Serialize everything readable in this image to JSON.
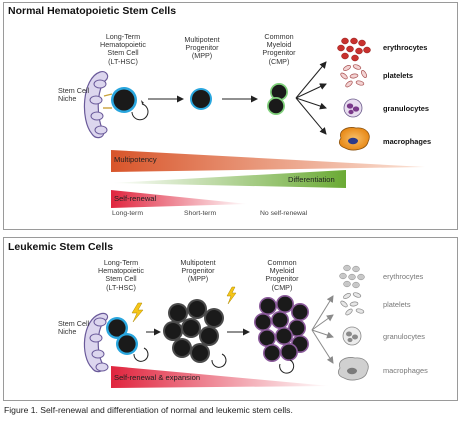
{
  "normal": {
    "title": "Normal Hematopoietic Stem Cells",
    "niche_label": "Stem Cell\nNiche",
    "lt_hsc": "Long-Term\nHematopoietic\nStem Cell\n(LT-HSC)",
    "mpp": "Multipotent\nProgenitor\n(MPP)",
    "cmp": "Common\nMyeloid\nProgenitor\n(CMP)",
    "outputs": [
      "erythrocytes",
      "platelets",
      "granulocytes",
      "macrophages"
    ],
    "bars": {
      "multipotency": "Multipotency",
      "differentiation": "Differentiation",
      "self_renewal": "Self-renewal"
    },
    "terms": [
      "Long-term",
      "Short-term",
      "No self-renewal"
    ]
  },
  "leukemic": {
    "title": "Leukemic Stem Cells",
    "niche_label": "Stem Cell\nNiche",
    "lt_hsc": "Long-Term\nHematopoietic\nStem Cell\n(LT-HSC)",
    "mpp": "Multipotent\nProgenitor\n(MPP)",
    "cmp": "Common\nMyeloid\nProgenitor\n(CMP)",
    "outputs": [
      "erythrocytes",
      "platelets",
      "granulocytes",
      "macrophages"
    ],
    "bar": "Self-renewal & expansion"
  },
  "caption": "Figure 1. Self-renewal and differentiation of normal and leukemic stem cells.",
  "colors": {
    "cell_core": "#1a1a1a",
    "lt_hsc_ring": "#29a6de",
    "cmp_ring": "#7fd07a",
    "niche_fill": "#dcd6ee",
    "niche_stroke": "#6a5a9a",
    "erythrocyte": "#c8312e",
    "multipotency": "#d85a2a",
    "differentiation": "#6fae3a",
    "self_renewal": "#d8233c",
    "lightning": "#f5c518",
    "leukemic_output": "#9a9a9a"
  }
}
